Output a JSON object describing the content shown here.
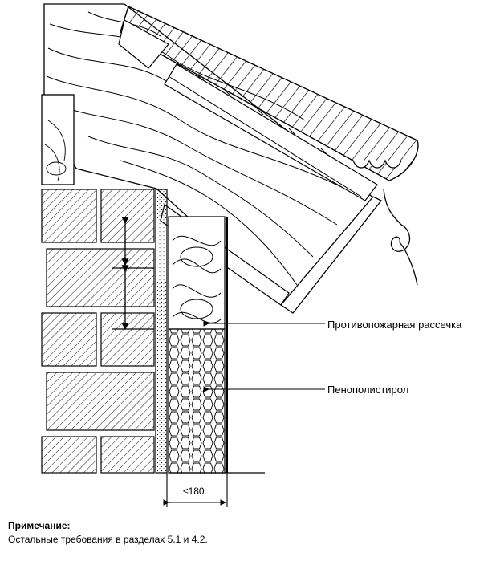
{
  "labels": {
    "fire_break": "Противопожарная рассечка",
    "polystyrene": "Пенополистирол"
  },
  "dimension": "≤180",
  "note": {
    "title": "Примечание:",
    "text": "Остальные требования в разделах 5.1 и 4.2."
  },
  "colors": {
    "line": "#000000",
    "background": "#ffffff"
  }
}
